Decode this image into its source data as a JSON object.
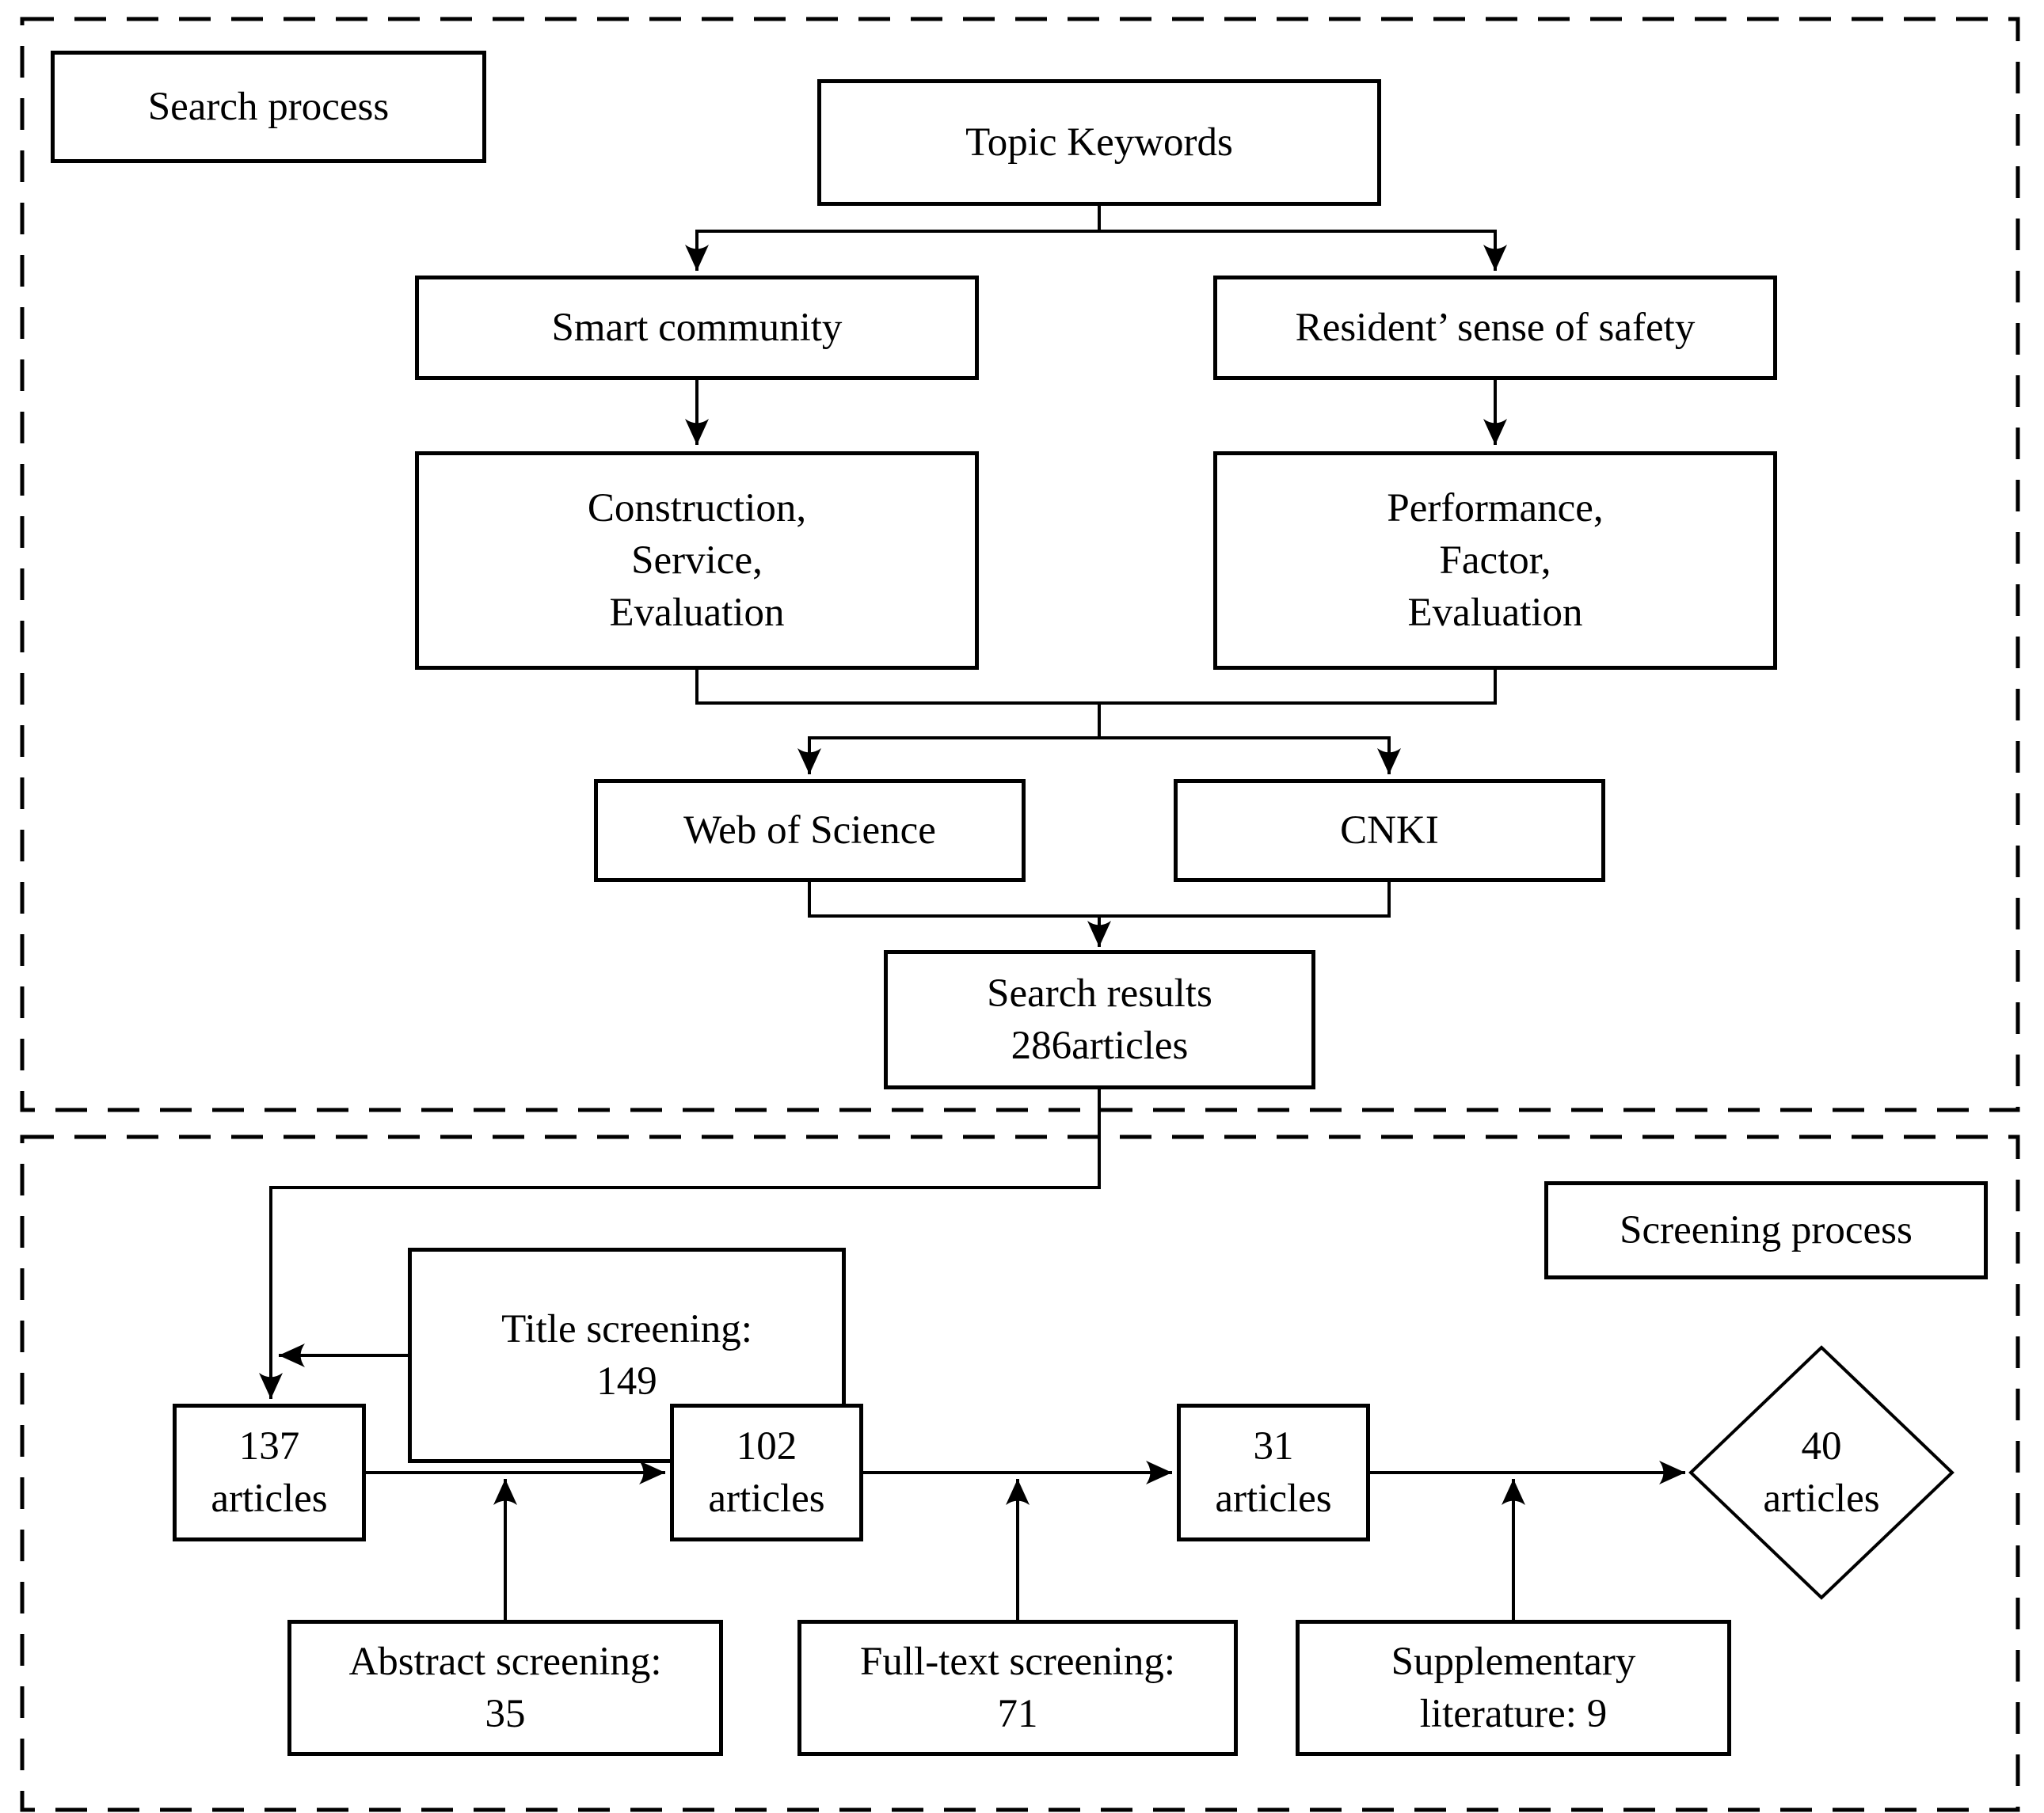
{
  "figure": {
    "type": "flowchart",
    "colors": {
      "line": "#000000",
      "background": "#ffffff",
      "text": "#000000"
    },
    "sections": [
      {
        "id": "search",
        "label": "Search process"
      },
      {
        "id": "screening",
        "label": "Screening process"
      }
    ],
    "nodes": {
      "topic": {
        "label": "Topic Keywords"
      },
      "smart": {
        "label": "Smart community"
      },
      "resident": {
        "label": "Resident’ sense of safety"
      },
      "construction": {
        "lines": [
          "Construction,",
          "Service,",
          "Evaluation"
        ]
      },
      "performance": {
        "lines": [
          "Performance,",
          "Factor,",
          "Evaluation"
        ]
      },
      "wos": {
        "label": "Web of Science"
      },
      "cnki": {
        "label": "CNKI"
      },
      "results": {
        "lines": [
          "Search results",
          "286articles"
        ]
      },
      "title_screening": {
        "lines": [
          "Title screening:",
          "149"
        ]
      },
      "articles_137": {
        "lines": [
          "137",
          "articles"
        ]
      },
      "articles_102": {
        "lines": [
          "102",
          "articles"
        ]
      },
      "articles_31": {
        "lines": [
          "31",
          "articles"
        ]
      },
      "articles_40": {
        "lines": [
          "40",
          "articles"
        ]
      },
      "abstract_screening": {
        "lines": [
          "Abstract screening:",
          "35"
        ]
      },
      "fulltext_screening": {
        "lines": [
          "Full-text screening:",
          "71"
        ]
      },
      "supplementary": {
        "lines": [
          "Supplementary",
          "literature: 9"
        ]
      }
    }
  }
}
